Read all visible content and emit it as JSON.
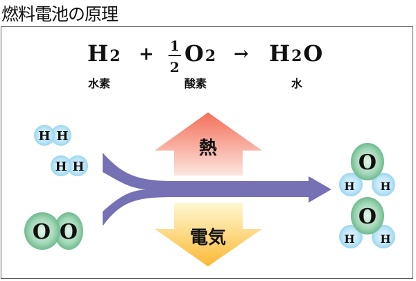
{
  "title": "燃料電池の原理",
  "equation": {
    "hydrogen": "H",
    "hydrogen_sub": "2",
    "plus": "+",
    "frac_num": "1",
    "frac_den": "2",
    "oxygen": "O",
    "oxygen_sub": "2",
    "arrow": "→",
    "water_h": "H",
    "water_sub": "2",
    "water_o": "O",
    "label_hydrogen": "水素",
    "label_oxygen": "酸素",
    "label_water": "水"
  },
  "diagram": {
    "heat_label": "熱",
    "electricity_label": "電気",
    "h_atom": "H",
    "o_atom": "O"
  },
  "colors": {
    "flow": "#7771b5",
    "hydrogen_atom": "#a9dcf2",
    "oxygen_atom": "#7cc59a",
    "heat_top": "#f47a63",
    "heat_bottom": "#fde3db",
    "elec_top": "#fff6c6",
    "elec_bottom": "#fbbd3a"
  }
}
